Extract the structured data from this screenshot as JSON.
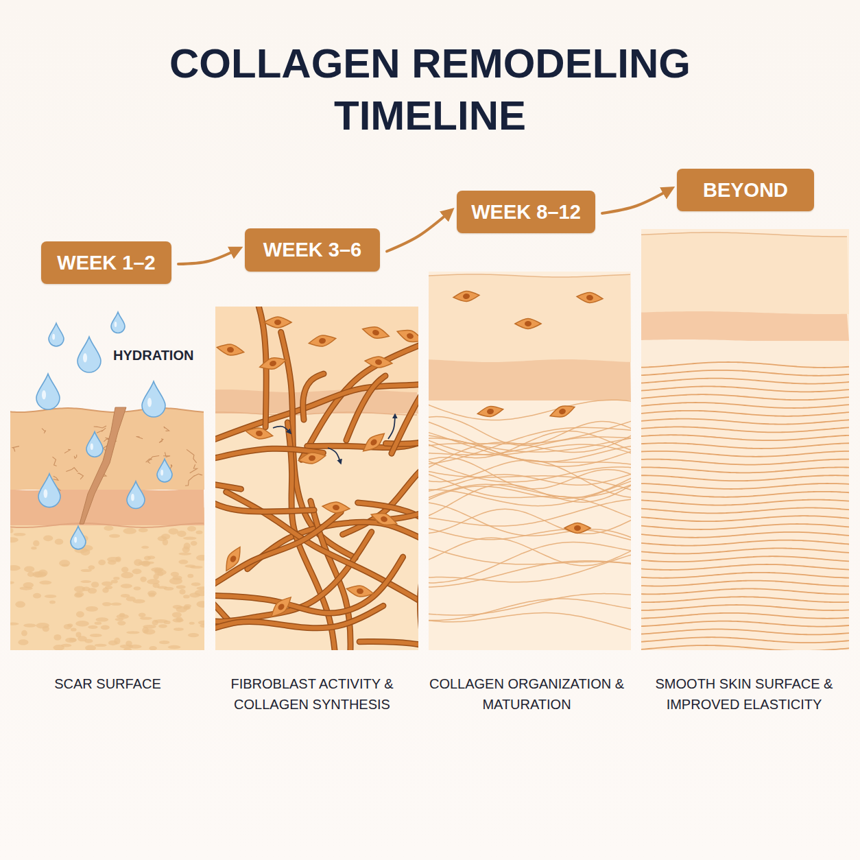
{
  "diagram": {
    "title": "COLLAGEN REMODELING TIMELINE",
    "nodes": [
      {
        "text": [
          "WEEK 1–2"
        ]
      },
      {
        "text": [
          "WEEK 3–6"
        ]
      },
      {
        "text": [
          "WEEK 8–12"
        ]
      },
      {
        "text": [
          "BEYOND"
        ]
      }
    ],
    "edges": [
      {
        "from": 0,
        "to": 1,
        "arrow": "to"
      },
      {
        "from": 1,
        "to": 2,
        "arrow": "to"
      },
      {
        "from": 2,
        "to": 3,
        "arrow": "to"
      }
    ],
    "labels": [
      "HYDRATION",
      "SCAR SURFACE",
      "FIBROBLAST ACTIVITY & COLLAGEN SYNTHESIS",
      "COLLAGEN ORGANIZATION & MATURATION",
      "SMOOTH SKIN SURFACE & IMPROVED ELASTICITY"
    ]
  }
}
